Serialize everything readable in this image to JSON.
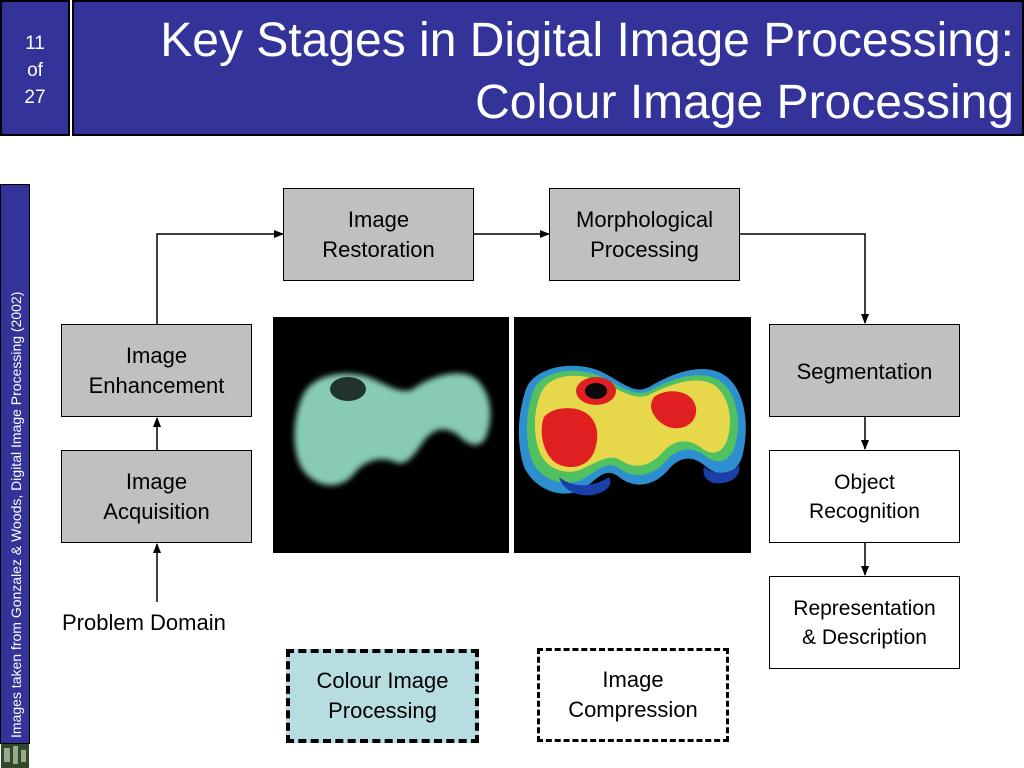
{
  "slide": {
    "counter": {
      "current": "11",
      "of": "of",
      "total": "27"
    },
    "title_line_1": "Key Stages in Digital Image Processing:",
    "title_line_2": "Colour Image Processing",
    "side_credit": "Images taken from Gonzalez & Woods, Digital Image Processing (2002)"
  },
  "stages": {
    "image_restoration": [
      "Image",
      "Restoration"
    ],
    "morphological_processing": [
      "Morphological",
      "Processing"
    ],
    "image_enhancement": [
      "Image",
      "Enhancement"
    ],
    "segmentation": [
      "Segmentation"
    ],
    "image_acquisition": [
      "Image",
      "Acquisition"
    ],
    "object_recognition": [
      "Object",
      "Recognition"
    ],
    "problem_domain": "Problem Domain",
    "representation_description": [
      "Representation",
      "& Description"
    ],
    "colour_image_processing": [
      "Colour Image",
      "Processing"
    ],
    "image_compression": [
      "Image",
      "Compression"
    ]
  },
  "colors": {
    "title_bar": "#333399",
    "stage_box": "#c0c0c0",
    "highlight_box": "#b7dde0"
  },
  "images": {
    "left": "grayscale-scan-pseudo-tinted",
    "right": "pseudo-colour-scan"
  }
}
